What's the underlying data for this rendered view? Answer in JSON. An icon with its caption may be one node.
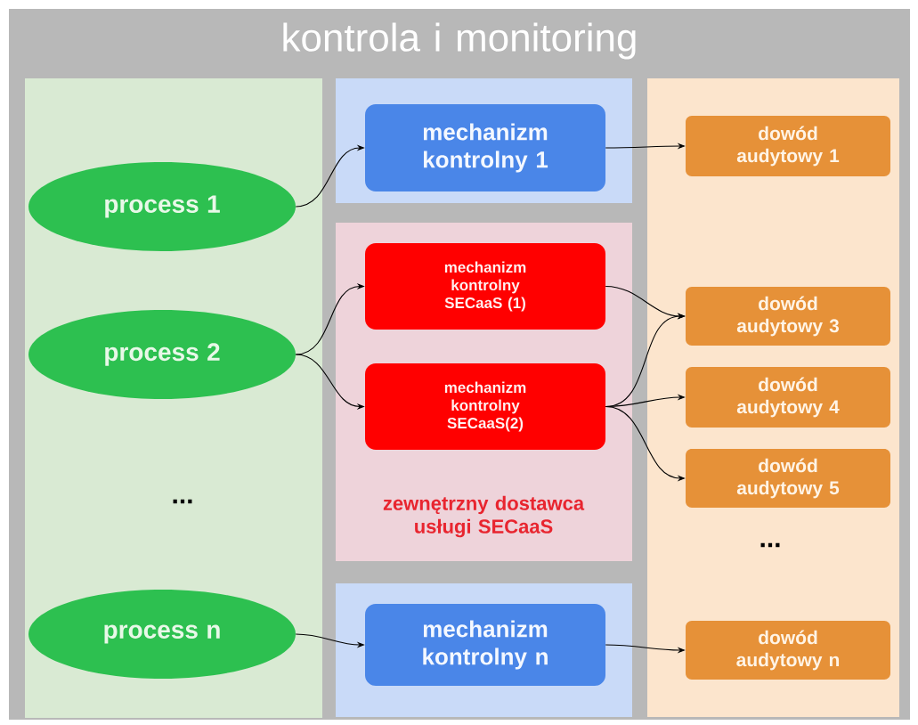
{
  "diagram": {
    "nodes": [
      {
        "text": [
          "kontrola i monitoring"
        ]
      },
      {
        "text": [],
        "shape": "box",
        "in": 0
      },
      {
        "text": [
          "process 1"
        ],
        "in": 1
      },
      {
        "text": [
          "process 2"
        ],
        "in": 1
      },
      {
        "text": [
          "process n"
        ],
        "in": 1
      },
      {
        "text": [],
        "shape": "box",
        "in": 0
      },
      {
        "text": [
          "mechanizm kontrolny 1"
        ],
        "in": 5
      },
      {
        "text": [
          "zewnętrzny dostawca usługi SECaaS"
        ],
        "in": 0
      },
      {
        "text": [
          "mechanizm kontrolny SECaaS (1)"
        ],
        "in": 7
      },
      {
        "text": [
          "mechanizm kontrolny SECaaS(2)"
        ],
        "in": 7
      },
      {
        "text": [],
        "shape": "box",
        "in": 0
      },
      {
        "text": [
          "mechanizm kontrolny n"
        ],
        "in": 10
      },
      {
        "text": [],
        "shape": "box",
        "in": 0
      },
      {
        "text": [
          "dowód audytowy 1"
        ],
        "in": 12
      },
      {
        "text": [
          "dowód audytowy 3"
        ],
        "in": 12
      },
      {
        "text": [
          "dowód audytowy 4"
        ],
        "in": 12
      },
      {
        "text": [
          "dowód audytowy 5"
        ],
        "in": 12
      },
      {
        "text": [
          "dowód audytowy n"
        ],
        "in": 12
      }
    ],
    "edges": [
      {
        "from": 2,
        "to": 6,
        "arrow": "to"
      },
      {
        "from": 3,
        "to": 8,
        "arrow": "to"
      },
      {
        "from": 3,
        "to": 9,
        "arrow": "to"
      },
      {
        "from": 4,
        "to": 11,
        "arrow": "to"
      },
      {
        "from": 6,
        "to": 13,
        "arrow": "to"
      },
      {
        "from": 8,
        "to": 14,
        "arrow": "to"
      },
      {
        "from": 9,
        "to": 14,
        "arrow": "to"
      },
      {
        "from": 9,
        "to": 15,
        "arrow": "to"
      },
      {
        "from": 9,
        "to": 16,
        "arrow": "to"
      },
      {
        "from": 11,
        "to": 17,
        "arrow": "to"
      }
    ],
    "labels": [
      "...",
      "..."
    ]
  }
}
